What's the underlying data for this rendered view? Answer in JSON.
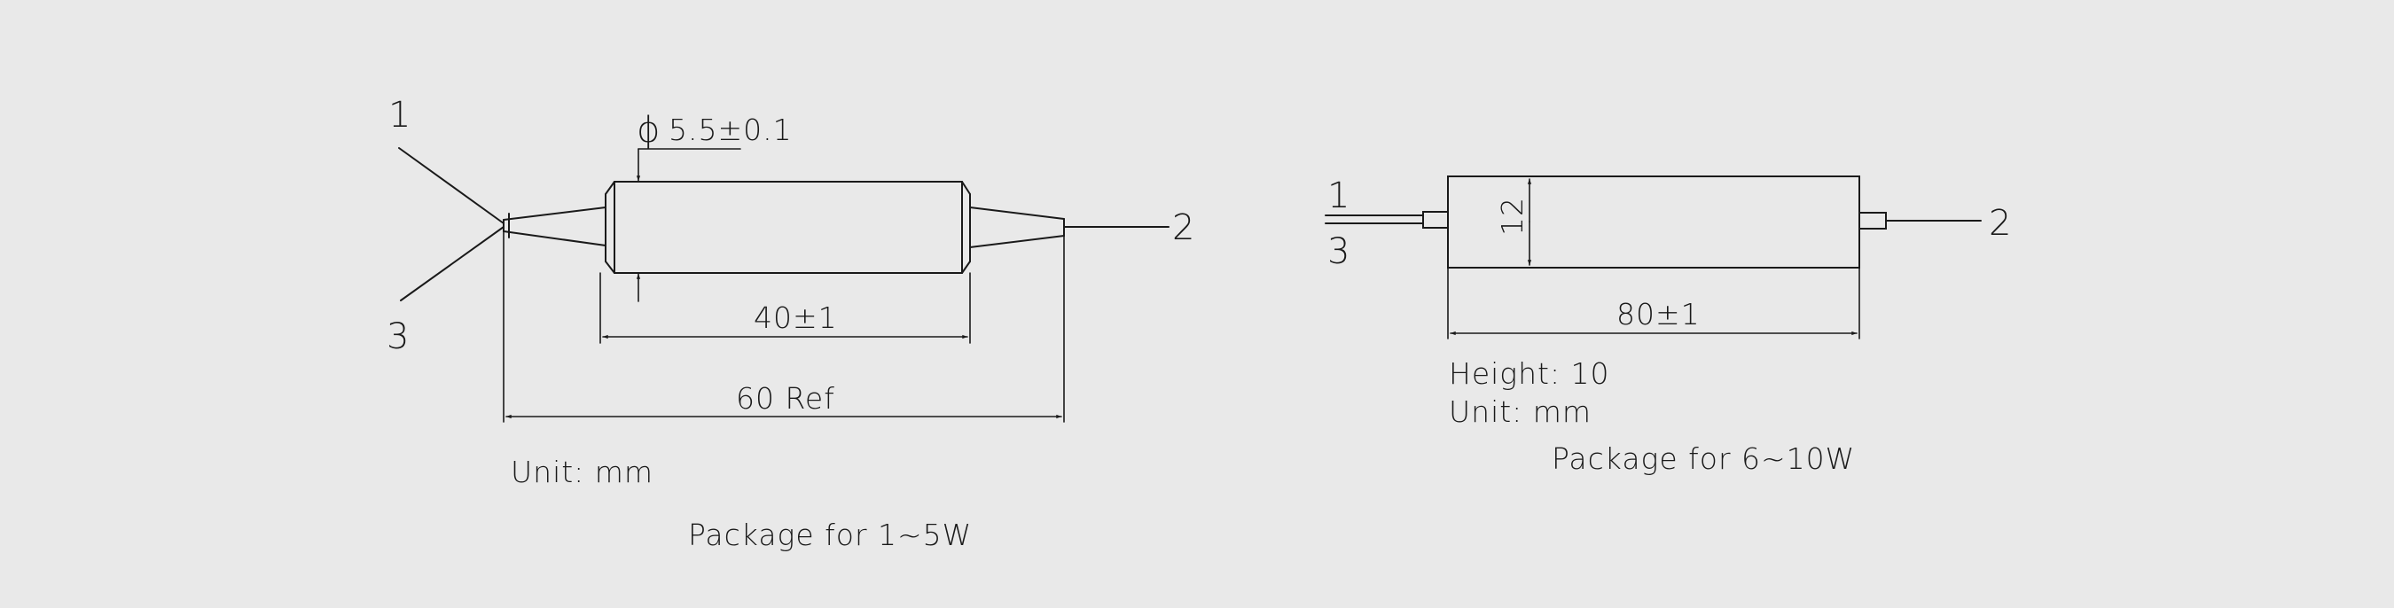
{
  "colors": {
    "background": "#e9e9e9",
    "ink": "#1a1a1a"
  },
  "package_small": {
    "port_1": "1",
    "port_3": "3",
    "port_2": "2",
    "diameter_symbol": "ϕ",
    "diameter": "5.5±0.1",
    "body_length": "40±1",
    "total_length": "60 Ref",
    "unit": "Unit: mm",
    "caption": "Package for 1~5W"
  },
  "package_large": {
    "port_1": "1",
    "port_3": "3",
    "port_2": "2",
    "width": "12",
    "length": "80±1",
    "height": "Height: 10",
    "unit": "Unit: mm",
    "caption": "Package for 6~10W"
  }
}
